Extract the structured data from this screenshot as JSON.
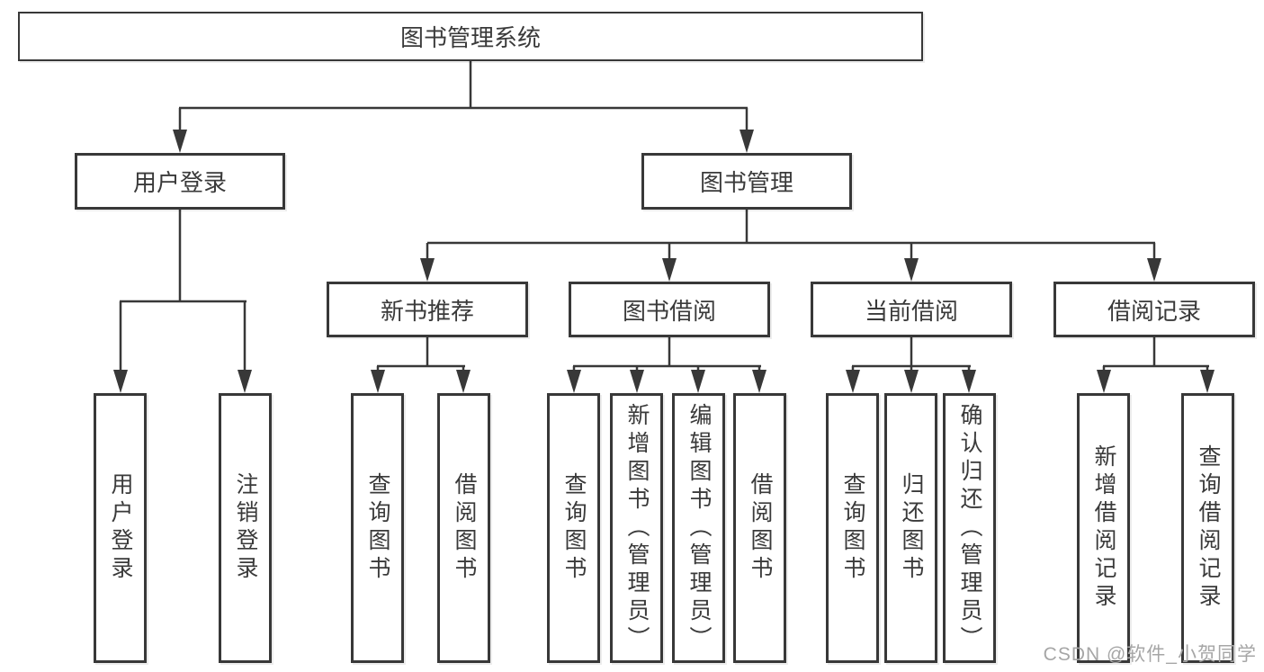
{
  "diagram": {
    "title": "图书管理系统",
    "level2": [
      {
        "label": "用户登录"
      },
      {
        "label": "图书管理"
      }
    ],
    "level3": [
      {
        "label": "新书推荐"
      },
      {
        "label": "图书借阅"
      },
      {
        "label": "当前借阅"
      },
      {
        "label": "借阅记录"
      }
    ],
    "leaves": {
      "user_login": [
        "用户登录",
        "注销登录"
      ],
      "new_book": [
        "查询图书",
        "借阅图书"
      ],
      "book_borrow": [
        "查询图书",
        "新增图书（管理员）",
        "编辑图书（管理员）",
        "借阅图书"
      ],
      "current_borrow": [
        "查询图书",
        "归还图书",
        "确认归还（管理员）"
      ],
      "borrow_record": [
        "新增借阅记录",
        "查询借阅记录"
      ]
    },
    "watermark": "CSDN @软件_小贺同学",
    "colors": {
      "line": "#383838",
      "text": "#3a3a3a",
      "watermark": "#a6a6a6",
      "background": "#ffffff"
    }
  }
}
